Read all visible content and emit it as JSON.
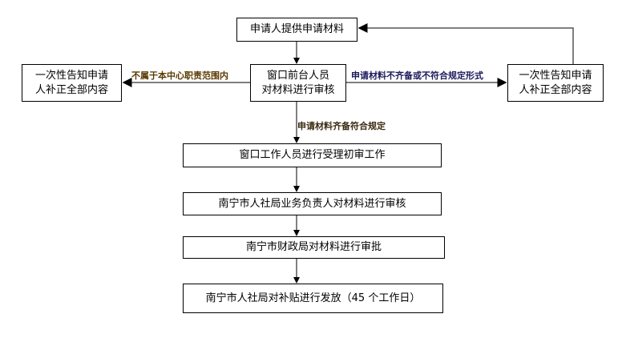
{
  "nodes": {
    "submit": "申请人提供申请材料",
    "review_front": [
      "窗口前台人员",
      "对材料进行审核"
    ],
    "notify_left": [
      "一次性告知申请",
      "人补正全部内容"
    ],
    "notify_right": [
      "一次性告知申请",
      "人补正全部内容"
    ],
    "accept": "窗口工作人员进行受理初审工作",
    "hrss_review": "南宁市人社局业务负责人对材料进行审核",
    "finance_approve": "南宁市财政局对材料进行审批",
    "issue": "南宁市人社局对补贴进行发放（45 个工作日）"
  },
  "edges": {
    "out_of_scope": "不属于本中心职责范围内",
    "incomplete": "申请材料不齐备或不符合规定形式",
    "complete": "申请材料齐备符合规定"
  },
  "colors": {
    "line": "#000000",
    "label_left": "#5a3a00",
    "label_right": "#1a1a5a"
  }
}
